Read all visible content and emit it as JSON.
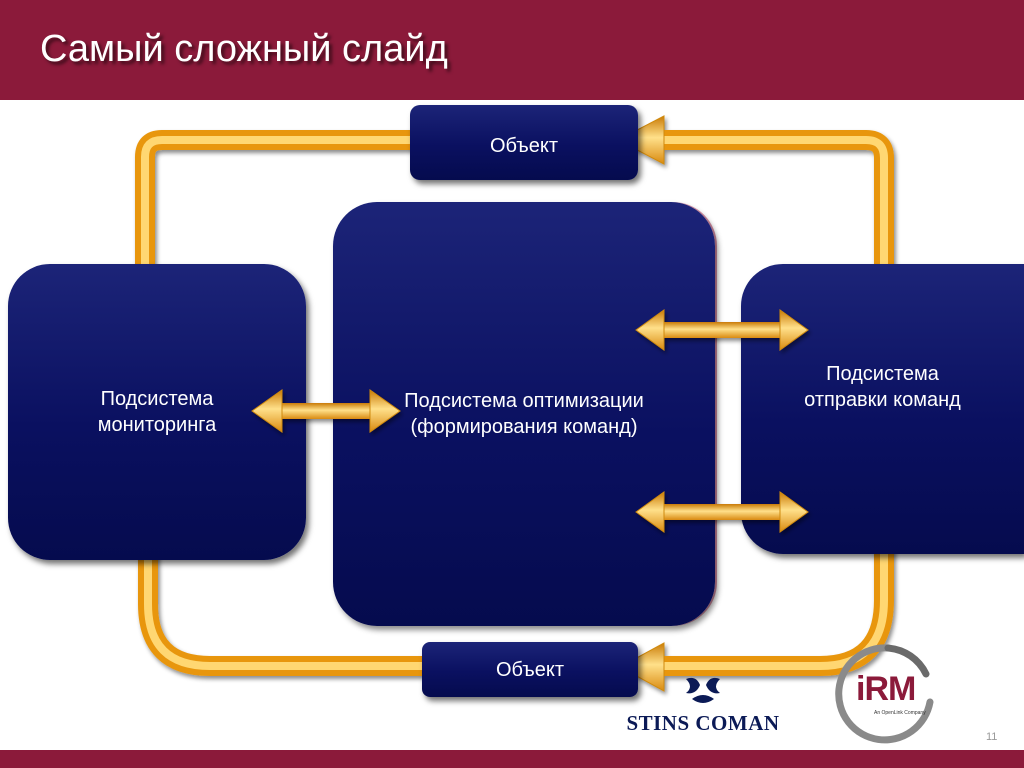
{
  "slide": {
    "title": "Самый сложный слайд",
    "number": "11"
  },
  "diagram": {
    "object_top": "Объект",
    "object_bottom": "Объект",
    "monitoring": [
      "Подсистема",
      "мониторинга"
    ],
    "optimization": [
      "Подсистема оптимизации",
      "(формирования команд)"
    ],
    "sending": [
      "Подсистема",
      "отправки команд"
    ]
  },
  "logos": {
    "stins": "STINS  COMAN",
    "irm": "iRM",
    "irm_tagline": "An OpenLink Company"
  },
  "colors": {
    "header": "#8b1a3a",
    "box": "#0a1060",
    "arrow": "#f5a81c"
  }
}
